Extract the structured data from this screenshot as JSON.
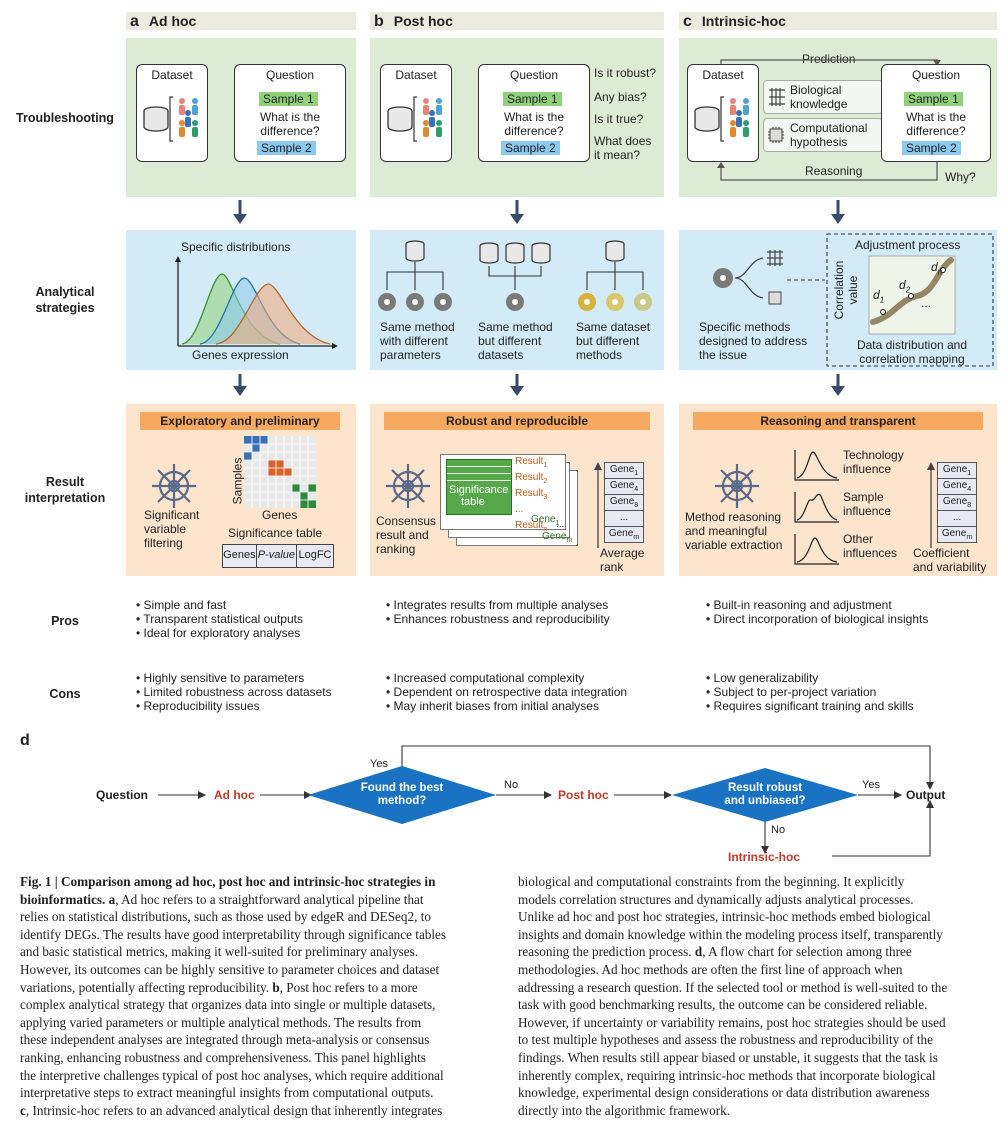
{
  "columns": [
    {
      "letter": "a",
      "title": "Ad hoc"
    },
    {
      "letter": "b",
      "title": "Post hoc"
    },
    {
      "letter": "c",
      "title": "Intrinsic-hoc"
    }
  ],
  "row_labels": {
    "troubleshooting": "Troubleshooting",
    "analytical": [
      "Analytical",
      "strategies"
    ],
    "result": [
      "Result",
      "interpretation"
    ],
    "pros": "Pros",
    "cons": "Cons"
  },
  "troubleshooting": {
    "dataset": "Dataset",
    "question": "Question",
    "sample1": "Sample 1",
    "sample2": "Sample 2",
    "what_diff": [
      "What is the",
      "difference?"
    ],
    "post_questions": [
      "Is it robust?",
      "Any bias?",
      "Is it true?",
      "What does",
      "it mean?"
    ],
    "prediction": "Prediction",
    "reasoning": "Reasoning",
    "why": "Why?",
    "bio_knowledge": [
      "Biological",
      "knowledge"
    ],
    "comp_hypothesis": [
      "Computational",
      "hypothesis"
    ]
  },
  "analytical": {
    "specific_distributions": "Specific distributions",
    "genes_expression": "Genes expression",
    "b1": [
      "Same method",
      "with different",
      "parameters"
    ],
    "b2": [
      "Same method",
      "but different",
      "datasets"
    ],
    "b3": [
      "Same dataset",
      "but different",
      "methods"
    ],
    "adjustment_process": "Adjustment process",
    "correlation_value": [
      "Correlation",
      "value"
    ],
    "c_methods": [
      "Specific methods",
      "designed to address",
      "the issue"
    ],
    "c_mapping": [
      "Data distribution and",
      "correlation mapping"
    ],
    "d1": "d",
    "d1_sub": "1",
    "d2": "d",
    "d2_sub": "2",
    "dn": "d",
    "dn_sub": "n",
    "dots": "..."
  },
  "result": {
    "a_tag": "Exploratory and preliminary",
    "b_tag": "Robust and reproducible",
    "c_tag": "Reasoning and transparent",
    "samples": "Samples",
    "genes": "Genes",
    "sig_var": [
      "Significant",
      "variable",
      "filtering"
    ],
    "sig_table": "Significance table",
    "table_cols": [
      "Genes",
      "P-value",
      "LogFC"
    ],
    "sig_table_b": [
      "Significance",
      "table"
    ],
    "results": [
      {
        "base": "Result",
        "sub": "1"
      },
      {
        "base": "Result",
        "sub": "2"
      },
      {
        "base": "Result",
        "sub": "3"
      },
      {
        "base": "...",
        "sub": ""
      },
      {
        "base": "Result",
        "sub": "n"
      }
    ],
    "gene1": {
      "base": "Gene",
      "sub": "1"
    },
    "genem": {
      "base": "Gene",
      "sub": "m"
    },
    "consensus": [
      "Consensus",
      "result and",
      "ranking"
    ],
    "avg_rank": [
      "Average",
      "rank"
    ],
    "gene_stack_b": [
      {
        "base": "Gene",
        "sub": "1"
      },
      {
        "base": "Gene",
        "sub": "4"
      },
      {
        "base": "Gene",
        "sub": "8"
      },
      {
        "base": "...",
        "sub": ""
      },
      {
        "base": "Gene",
        "sub": "m"
      }
    ],
    "method_reasoning": [
      "Method reasoning",
      "and meaningful",
      "variable extraction"
    ],
    "influences": [
      [
        "Technology",
        "influence"
      ],
      [
        "Sample",
        "influence"
      ],
      [
        "Other",
        "influences"
      ]
    ],
    "coef": [
      "Coefficient",
      "and variability"
    ]
  },
  "pros": {
    "a": [
      "Simple and fast",
      "Transparent statistical outputs",
      "Ideal for exploratory analyses"
    ],
    "b": [
      "Integrates results from multiple analyses",
      "Enhances robustness and reproducibility"
    ],
    "c": [
      "Built-in reasoning and adjustment",
      "Direct incorporation of biological insights"
    ]
  },
  "cons": {
    "a": [
      "Highly sensitive to parameters",
      "Limited robustness across datasets",
      "Reproducibility issues"
    ],
    "b": [
      "Increased computational complexity",
      "Dependent on retrospective data integration",
      "May inherit biases from initial analyses"
    ],
    "c": [
      "Low generalizability",
      "Subject to per-project variation",
      "Requires significant training and skills"
    ]
  },
  "flow": {
    "label": "d",
    "question": "Question",
    "adhoc": "Ad hoc",
    "decision1": [
      "Found the best",
      "method?"
    ],
    "yes1": "Yes",
    "no1": "No",
    "posthoc": "Post hoc",
    "decision2": [
      "Result robust",
      "and unbiased?"
    ],
    "yes2": "Yes",
    "no2": "No",
    "output": "Output",
    "intrinsic": "Intrinsic-hoc"
  },
  "caption": {
    "left": [
      {
        "b": "Fig. 1 | Comparison among ad hoc, post hoc and intrinsic-hoc strategies in"
      },
      {
        "b": "bioinformatics. a",
        "t": ", Ad hoc refers to a straightforward analytical pipeline that"
      },
      {
        "t": "relies on statistical distributions, such as those used by edgeR and DESeq2, to"
      },
      {
        "t": "identify DEGs. The results have good interpretability through significance tables"
      },
      {
        "t": "and basic statistical metrics, making it well-suited for preliminary analyses."
      },
      {
        "t": "However, its outcomes can be highly sensitive to parameter choices and dataset"
      },
      {
        "t": "variations, potentially affecting reproducibility. ",
        "b": "b",
        "t2": ", Post hoc refers to a more"
      },
      {
        "t": "complex analytical strategy that organizes data into single or multiple datasets,"
      },
      {
        "t": "applying varied parameters or multiple analytical methods. The results from"
      },
      {
        "t": "these independent analyses are integrated through meta-analysis or consensus"
      },
      {
        "t": "ranking, enhancing robustness and comprehensiveness. This panel highlights"
      },
      {
        "t": "the interpretive challenges typical of post hoc analyses, which require additional"
      },
      {
        "t": "interpretative steps to extract meaningful insights from computational outputs."
      },
      {
        "b": "c",
        "t": ", Intrinsic-hoc refers to an advanced analytical design that inherently integrates"
      }
    ],
    "right": [
      {
        "t": "biological and computational constraints from the beginning. It explicitly"
      },
      {
        "t": "models correlation structures and dynamically adjusts analytical processes."
      },
      {
        "t": "Unlike ad hoc and post hoc strategies, intrinsic-hoc methods embed biological"
      },
      {
        "t": "insights and domain knowledge within the modeling process itself, transparently"
      },
      {
        "t": "reasoning the prediction process. ",
        "b": "d",
        "t2": ", A flow chart for selection among three"
      },
      {
        "t": "methodologies. Ad hoc methods are often the first line of approach when"
      },
      {
        "t": "addressing a research question. If the selected tool or method is well-suited to the"
      },
      {
        "t": "task with good benchmarking results, the outcome can be considered reliable."
      },
      {
        "t": "However, if uncertainty or variability remains, post hoc strategies should be used"
      },
      {
        "t": "to test multiple hypotheses and assess the robustness and reproducibility of the"
      },
      {
        "t": "findings. When results still appear biased or unstable, it suggests that the task is"
      },
      {
        "t": "inherently complex, requiring intrinsic-hoc methods that incorporate biological"
      },
      {
        "t": "knowledge, experimental design considerations or data distribution awareness"
      },
      {
        "t": "directly into the algorithmic framework."
      }
    ]
  },
  "colors": {
    "green_panel": "#dcecd4",
    "blue_panel": "#d3ebf6",
    "orange_panel": "#fde4cc",
    "flow_diamond": "#1a73c2",
    "red_text": "#c0392b",
    "arrow": "#3a4a6b"
  }
}
